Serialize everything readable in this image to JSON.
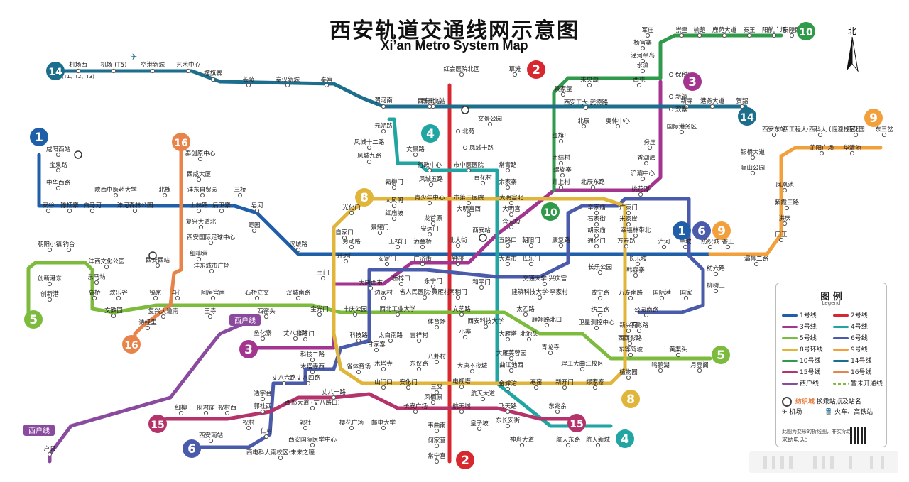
{
  "title_zh": "西安轨道交通线网示意图",
  "title_en": "Xi’an Metro System Map",
  "compass_label": "北",
  "lines": [
    {
      "id": "1",
      "color": "#1f5fa8"
    },
    {
      "id": "2",
      "color": "#d7282f"
    },
    {
      "id": "3",
      "color": "#a3348f"
    },
    {
      "id": "4",
      "color": "#20a5a3"
    },
    {
      "id": "5",
      "color": "#7dbb3e"
    },
    {
      "id": "6",
      "color": "#4a5bab"
    },
    {
      "id": "8",
      "color": "#e0b53a"
    },
    {
      "id": "9",
      "color": "#f2a03c"
    },
    {
      "id": "10",
      "color": "#2f9a4a"
    },
    {
      "id": "14",
      "color": "#1c6e8c"
    },
    {
      "id": "15",
      "color": "#b3336a"
    },
    {
      "id": "16",
      "color": "#e8834a"
    },
    {
      "id": "西户线",
      "color": "#8a4a9e"
    }
  ],
  "line_badges": {
    "l1": "1",
    "l2a": "2",
    "l2b": "2",
    "l3a": "3",
    "l3b": "3",
    "l4a": "4",
    "l4b": "4",
    "l5a": "5",
    "l5b": "5",
    "l6": "6",
    "l8a": "8",
    "l8b": "8",
    "l9": "9",
    "l10a": "10",
    "l10b": "10",
    "l14a": "14",
    "l14b": "14",
    "l15a": "15",
    "l15b": "15",
    "l16a": "16",
    "l16b": "16",
    "hub1": "1",
    "hub6": "6",
    "hub9": "9"
  },
  "xihu_labels": [
    "西户线",
    "西户线"
  ],
  "stations": [
    {
      "zh": "机场西",
      "sub": "(T1、T2、T3)"
    },
    {
      "zh": "机场 (T5)"
    },
    {
      "zh": "空港新城"
    },
    {
      "zh": "艺术中心"
    },
    {
      "zh": "摆旗寨"
    },
    {
      "zh": "长陵"
    },
    {
      "zh": "秦汉新城"
    },
    {
      "zh": "秦宫"
    },
    {
      "zh": "渭河南"
    },
    {
      "zh": "西安北站"
    },
    {
      "zh": "元朔路"
    },
    {
      "zh": "凤城十二路"
    },
    {
      "zh": "凤城九路"
    },
    {
      "zh": "文景路"
    },
    {
      "zh": "北苑"
    },
    {
      "zh": "凤城十路"
    },
    {
      "zh": "文景公园"
    },
    {
      "zh": "红会医院北区"
    },
    {
      "zh": "草滩"
    },
    {
      "zh": "行政中心"
    },
    {
      "zh": "市中医医院"
    },
    {
      "zh": "常青路"
    },
    {
      "zh": "凤城五路"
    },
    {
      "zh": "百花村"
    },
    {
      "zh": "余家寨"
    },
    {
      "zh": "霸柳门"
    },
    {
      "zh": "大风阁"
    },
    {
      "zh": "青少年中心"
    },
    {
      "zh": "市第三医院"
    },
    {
      "zh": "大明宫北"
    },
    {
      "zh": "大明宫西"
    },
    {
      "zh": "大明宫"
    },
    {
      "zh": "红庙坡"
    },
    {
      "zh": "龙首原"
    },
    {
      "zh": "含元殿"
    },
    {
      "zh": "光化门"
    },
    {
      "zh": "自家口"
    },
    {
      "zh": "景耀门"
    },
    {
      "zh": "安远门"
    },
    {
      "zh": "西安站"
    },
    {
      "zh": "五路口"
    },
    {
      "zh": "朝阳门"
    },
    {
      "zh": "康复路"
    },
    {
      "zh": "劳动路"
    },
    {
      "zh": "玉祥门"
    },
    {
      "zh": "洒金桥"
    },
    {
      "zh": "北大街"
    },
    {
      "zh": "开远门"
    },
    {
      "zh": "安定门"
    },
    {
      "zh": "广济街"
    },
    {
      "zh": "钟楼"
    },
    {
      "zh": "大差市"
    },
    {
      "zh": "长乐门"
    },
    {
      "zh": "土门"
    },
    {
      "zh": "大唐西市"
    },
    {
      "zh": "桥梓口"
    },
    {
      "zh": "永宁门"
    },
    {
      "zh": "和平门"
    },
    {
      "zh": "交通大学·兴庆宫"
    },
    {
      "zh": "边家村"
    },
    {
      "zh": "省人民医院·黄雁村"
    },
    {
      "zh": "南稍门"
    },
    {
      "zh": "建筑科技大学·李家村"
    },
    {
      "zh": "金光门"
    },
    {
      "zh": "丰庆公园"
    },
    {
      "zh": "西北工业大学"
    },
    {
      "zh": "文艺路"
    },
    {
      "zh": "太乙路"
    },
    {
      "zh": "体育场"
    },
    {
      "zh": "西安科技大学"
    },
    {
      "zh": "大雁塔"
    },
    {
      "zh": "雁翔路北口"
    },
    {
      "zh": "小寨"
    },
    {
      "zh": "北池头"
    },
    {
      "zh": "延平门"
    },
    {
      "zh": "科技路"
    },
    {
      "zh": "太白南路"
    },
    {
      "zh": "吉祥村"
    },
    {
      "zh": "青龙寺"
    },
    {
      "zh": "鱼化寨"
    },
    {
      "zh": "丈八北路"
    },
    {
      "zh": "科技二路"
    },
    {
      "zh": "甘家寨"
    },
    {
      "zh": "八卦村"
    },
    {
      "zh": "大雁芙蓉园"
    },
    {
      "zh": "木塔寺西"
    },
    {
      "zh": "木塔寺"
    },
    {
      "zh": "东仪路"
    },
    {
      "zh": "大唐不夜城"
    },
    {
      "zh": "曲江池西"
    },
    {
      "zh": "理工大曲江校区"
    },
    {
      "zh": "丈八六路"
    },
    {
      "zh": "丈八四路"
    },
    {
      "zh": "省体育场"
    },
    {
      "zh": "山门口"
    },
    {
      "zh": "安化门"
    },
    {
      "zh": "电视塔"
    },
    {
      "zh": "金滹沱"
    },
    {
      "zh": "寒窑"
    },
    {
      "zh": "新开门"
    },
    {
      "zh": "缪家寨"
    },
    {
      "zh": "植物园"
    },
    {
      "zh": "丈八一路"
    },
    {
      "zh": "三爻"
    },
    {
      "zh": "航天大道"
    },
    {
      "zh": "凤栖原"
    },
    {
      "zh": "西部大道 (丈八路口)"
    },
    {
      "zh": "造字台"
    },
    {
      "zh": "郭杜西"
    },
    {
      "zh": "长安广场"
    },
    {
      "zh": "航天城"
    },
    {
      "zh": "飞天路"
    },
    {
      "zh": "东长安街"
    },
    {
      "zh": "东兆余"
    },
    {
      "zh": "细柳"
    },
    {
      "zh": "府君庙"
    },
    {
      "zh": "祝村西"
    },
    {
      "zh": "祝村"
    },
    {
      "zh": "郭杜"
    },
    {
      "zh": "樱花广场"
    },
    {
      "zh": "邮电大学"
    },
    {
      "zh": "韦曲南"
    },
    {
      "zh": "皇子坡"
    },
    {
      "zh": "神舟大道"
    },
    {
      "zh": "航天东路"
    },
    {
      "zh": "航天新城"
    },
    {
      "zh": "仁村"
    },
    {
      "zh": "西安国际医学中心"
    },
    {
      "zh": "西安南站"
    },
    {
      "zh": "西电科大南校区·未来之瞳"
    },
    {
      "zh": "何家营"
    },
    {
      "zh": "常宁宫"
    },
    {
      "zh": "户县"
    },
    {
      "zh": "咸阳西站"
    },
    {
      "zh": "宝泉路"
    },
    {
      "zh": "中华西路"
    },
    {
      "zh": "安谷"
    },
    {
      "zh": "陈杨寨"
    },
    {
      "zh": "白马河"
    },
    {
      "zh": "陕西中医药大学"
    },
    {
      "zh": "沣河森林公园"
    },
    {
      "zh": "北槐"
    },
    {
      "zh": "三桥"
    },
    {
      "zh": "后卫寨"
    },
    {
      "zh": "上林路"
    },
    {
      "zh": "沣东自贸园"
    },
    {
      "zh": "西咸大厦"
    },
    {
      "zh": "秦创原中心"
    },
    {
      "zh": "复兴大道北"
    },
    {
      "zh": "西安国际足球中心"
    },
    {
      "zh": "细柳营"
    },
    {
      "zh": "沣东城市广场"
    },
    {
      "zh": "西安西站"
    },
    {
      "zh": "皂河"
    },
    {
      "zh": "枣园"
    },
    {
      "zh": "汉城路"
    },
    {
      "zh": "朝阳小镇"
    },
    {
      "zh": "钓台"
    },
    {
      "zh": "沣西文化公园"
    },
    {
      "zh": "创新港东"
    },
    {
      "zh": "东马坊"
    },
    {
      "zh": "创新港"
    },
    {
      "zh": "高桥"
    },
    {
      "zh": "欢乐谷"
    },
    {
      "zh": "镐京"
    },
    {
      "zh": "斗门"
    },
    {
      "zh": "阿房宫南"
    },
    {
      "zh": "石桥立交"
    },
    {
      "zh": "汉城南路"
    },
    {
      "zh": "文教园"
    },
    {
      "zh": "复兴大道南"
    },
    {
      "zh": "王寺"
    },
    {
      "zh": "西窑头"
    },
    {
      "zh": "诗经里"
    },
    {
      "zh": "军庄"
    },
    {
      "zh": "杨官寨"
    },
    {
      "zh": "泾河半岛"
    },
    {
      "zh": "水流"
    },
    {
      "zh": "西屯"
    },
    {
      "zh": "崇皇"
    },
    {
      "zh": "榆楚"
    },
    {
      "zh": "鹿苑大道"
    },
    {
      "zh": "秦王"
    },
    {
      "zh": "阳航广场"
    },
    {
      "zh": "景家堡"
    },
    {
      "zh": "未央湖"
    },
    {
      "zh": "保税区"
    },
    {
      "zh": "新筑"
    },
    {
      "zh": "双寨"
    },
    {
      "zh": "西安工大·武德路"
    },
    {
      "zh": "新寺"
    },
    {
      "zh": "港务大道"
    },
    {
      "zh": "贺韶"
    },
    {
      "zh": "北辰"
    },
    {
      "zh": "奥体中心"
    },
    {
      "zh": "红旗厂"
    },
    {
      "zh": "国际港务区"
    },
    {
      "zh": "务庄"
    },
    {
      "zh": "团结村"
    },
    {
      "zh": "香湖湾"
    },
    {
      "zh": "螺旋寨"
    },
    {
      "zh": "浐灞中心"
    },
    {
      "zh": "井上村"
    },
    {
      "zh": "北辰东路"
    },
    {
      "zh": "桃花潭"
    },
    {
      "zh": "辛家庙"
    },
    {
      "zh": "广泰门"
    },
    {
      "zh": "石家街"
    },
    {
      "zh": "米家崖"
    },
    {
      "zh": "胡家庙"
    },
    {
      "zh": "幸福林带北"
    },
    {
      "zh": "通化门"
    },
    {
      "zh": "万寿路"
    },
    {
      "zh": "浐河"
    },
    {
      "zh": "半坡"
    },
    {
      "zh": "纺织城"
    },
    {
      "zh": "香王"
    },
    {
      "zh": "长乐坡"
    },
    {
      "zh": "长乐公园"
    },
    {
      "zh": "韩森寨"
    },
    {
      "zh": "咸宁路"
    },
    {
      "zh": "万寿南路"
    },
    {
      "zh": "国际港"
    },
    {
      "zh": "国家"
    },
    {
      "zh": "柳树王"
    },
    {
      "zh": "纺六路"
    },
    {
      "zh": "纺二路"
    },
    {
      "zh": "公园南路"
    },
    {
      "zh": "卫星测控中心"
    },
    {
      "zh": "新兴门"
    },
    {
      "zh": "西影路"
    },
    {
      "zh": "西西影路"
    },
    {
      "zh": "东等驾坡"
    },
    {
      "zh": "黄渠头"
    },
    {
      "zh": "鸣鹏湖"
    },
    {
      "zh": "月登阁"
    },
    {
      "zh": "西安东站"
    },
    {
      "zh": "西工程大·西科大 (临潼校区)"
    },
    {
      "zh": "西花园"
    },
    {
      "zh": "东三岔"
    },
    {
      "zh": "秦陵西"
    },
    {
      "zh": "芷阳广场"
    },
    {
      "zh": "华清池"
    },
    {
      "zh": "银桥大道"
    },
    {
      "zh": "骊山公园"
    },
    {
      "zh": "凤凰池"
    },
    {
      "zh": "紫霞三路"
    },
    {
      "zh": "洪庆"
    },
    {
      "zh": "田王"
    },
    {
      "zh": "灞柳二路"
    },
    {
      "zh": "西安北站"
    }
  ],
  "legend": {
    "title": "图 例",
    "subtitle": "Legend",
    "items": [
      {
        "label": "1号线",
        "color": "#1f5fa8"
      },
      {
        "label": "2号线",
        "color": "#d7282f"
      },
      {
        "label": "3号线",
        "color": "#a3348f"
      },
      {
        "label": "4号线",
        "color": "#20a5a3"
      },
      {
        "label": "5号线",
        "color": "#7dbb3e"
      },
      {
        "label": "6号线",
        "color": "#4a5bab"
      },
      {
        "label": "8号环线",
        "color": "#e0b53a"
      },
      {
        "label": "9号线",
        "color": "#f2a03c"
      },
      {
        "label": "10号线",
        "color": "#2f9a4a"
      },
      {
        "label": "14号线",
        "color": "#1c6e8c"
      },
      {
        "label": "15号线",
        "color": "#b3336a"
      },
      {
        "label": "16号线",
        "color": "#e8834a"
      },
      {
        "label": "西户线",
        "color": "#8a4a9e"
      },
      {
        "label": "暂未开通线",
        "color": "#7dbb3e"
      }
    ],
    "transfer_label": "换乘站点及站名",
    "transfer_example": "纺织城",
    "airport_label": "机场",
    "rail_label": "火车、高铁站",
    "note": "此图为变形的折线图，非实际走向。",
    "call": "求助电话："
  }
}
